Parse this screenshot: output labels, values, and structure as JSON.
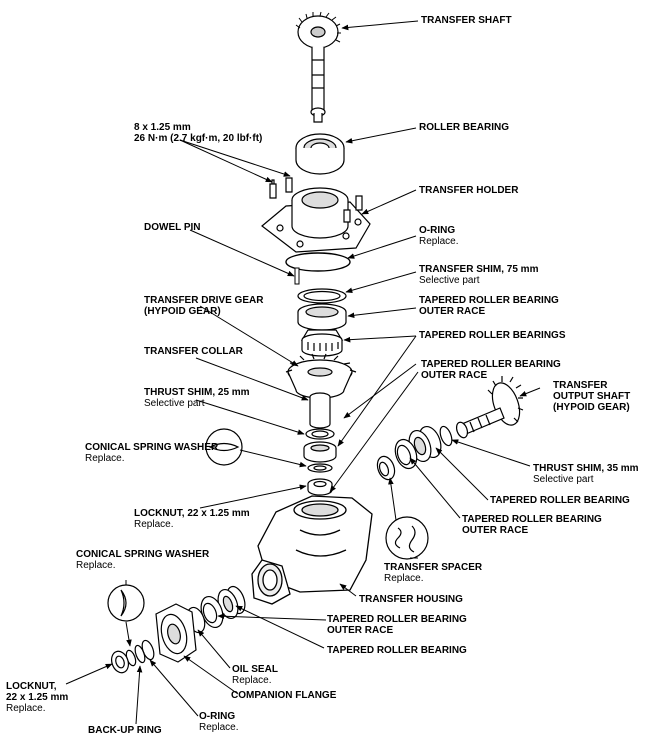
{
  "labels": {
    "transfer_shaft": {
      "title": "TRANSFER SHAFT"
    },
    "roller_bearing": {
      "title": "ROLLER BEARING"
    },
    "bolt_spec": {
      "line1": "8 x 1.25 mm",
      "line2": "26 N·m (2.7 kgf·m, 20 lbf·ft)"
    },
    "transfer_holder": {
      "title": "TRANSFER HOLDER"
    },
    "dowel_pin": {
      "title": "DOWEL PIN"
    },
    "o_ring_top": {
      "title": "O-RING",
      "note": "Replace."
    },
    "transfer_shim": {
      "title": "TRANSFER SHIM, 75 mm",
      "note": "Selective part"
    },
    "drive_gear": {
      "line1": "TRANSFER DRIVE GEAR",
      "line2": "(HYPOID GEAR)"
    },
    "trb_outer_race_1": {
      "title": "TAPERED ROLLER BEARING",
      "line2": "OUTER RACE"
    },
    "trb_bearings": {
      "title": "TAPERED ROLLER BEARINGS"
    },
    "transfer_collar": {
      "title": "TRANSFER COLLAR"
    },
    "trb_outer_race_2": {
      "title": "TAPERED ROLLER BEARING",
      "line2": "OUTER RACE"
    },
    "output_shaft": {
      "line1": "TRANSFER",
      "line2": "OUTPUT SHAFT",
      "line3": "(HYPOID GEAR)"
    },
    "thrust_shim_25": {
      "title": "THRUST SHIM, 25 mm",
      "note": "Selective part"
    },
    "conical_washer_top": {
      "title": "CONICAL SPRING WASHER",
      "note": "Replace."
    },
    "thrust_shim_35": {
      "title": "THRUST SHIM, 35 mm",
      "note": "Selective part"
    },
    "trb_right": {
      "title": "TAPERED ROLLER BEARING"
    },
    "locknut_top": {
      "title": "LOCKNUT, 22 x 1.25 mm",
      "note": "Replace."
    },
    "trb_outer_race_3": {
      "title": "TAPERED ROLLER BEARING",
      "line2": "OUTER RACE"
    },
    "conical_washer_bottom": {
      "title": "CONICAL SPRING WASHER",
      "note": "Replace."
    },
    "transfer_spacer": {
      "title": "TRANSFER SPACER",
      "note": "Replace."
    },
    "transfer_housing": {
      "title": "TRANSFER HOUSING"
    },
    "trb_outer_race_4": {
      "title": "TAPERED ROLLER BEARING",
      "line2": "OUTER RACE"
    },
    "trb_bottom": {
      "title": "TAPERED ROLLER BEARING"
    },
    "locknut_bottom": {
      "line1": "LOCKNUT,",
      "line2": "22 x 1.25 mm",
      "note": "Replace."
    },
    "oil_seal": {
      "title": "OIL SEAL",
      "note": "Replace."
    },
    "companion_flange": {
      "title": "COMPANION FLANGE"
    },
    "o_ring_bottom": {
      "title": "O-RING",
      "note": "Replace."
    },
    "backup_ring": {
      "title": "BACK-UP RING"
    }
  }
}
